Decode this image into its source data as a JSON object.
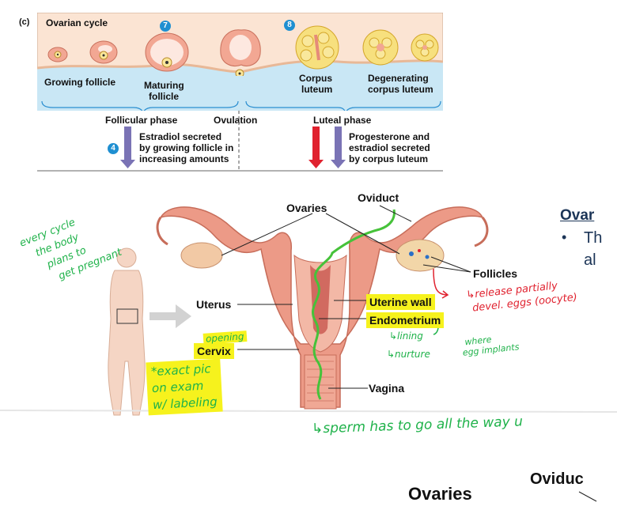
{
  "top_figure": {
    "panel_letter": "(c)",
    "title": "Ovarian cycle",
    "badge_7": "7",
    "badge_8": "8",
    "badge_4": "4",
    "labels": {
      "growing_follicle": "Growing follicle",
      "maturing_follicle_1": "Maturing",
      "maturing_follicle_2": "follicle",
      "corpus_luteum_1": "Corpus",
      "corpus_luteum_2": "luteum",
      "degenerating_1": "Degenerating",
      "degenerating_2": "corpus luteum"
    },
    "phases": {
      "follicular": "Follicular phase",
      "ovulation": "Ovulation",
      "luteal": "Luteal phase"
    },
    "estradiol_text": [
      "Estradiol secreted",
      "by growing follicle in",
      "increasing amounts"
    ],
    "progesterone_text": [
      "Progesterone and",
      "estradiol secreted",
      "by corpus luteum"
    ]
  },
  "anatomy": {
    "oviduct": "Oviduct",
    "ovaries": "Ovaries",
    "follicles": "Follicles",
    "uterus": "Uterus",
    "uterine_wall": "Uterine wall",
    "endometrium": "Endometrium",
    "cervix": "Cervix",
    "vagina": "Vagina"
  },
  "handwriting": {
    "every_cycle": [
      "every cycle",
      "the body",
      "plans to",
      "get pregnant"
    ],
    "opening": "opening",
    "exact_pic": [
      "*exact pic",
      "on exam",
      "w/ labeling"
    ],
    "lining": "↳lining",
    "nurture": "↳nurture",
    "where_implants": [
      "where",
      "egg implants"
    ],
    "release_eggs": [
      "↳release partially",
      "devel. eggs (oocyte)"
    ],
    "sperm_path": "↳sperm has to go all the way u"
  },
  "slide_partial": {
    "heading": "Ovar",
    "bullet_marker": "•",
    "bullet_text_1": "Th",
    "bullet_text_2": "al"
  },
  "bottom_partial": {
    "oviduct": "Oviduc",
    "ovaries": "Ovaries"
  },
  "colors": {
    "follicle_pink": "#f2a793",
    "liquid_blue": "#c9e7f5",
    "highlight": "#f6f21d",
    "handwriting_green": "#1fb24a",
    "handwriting_red": "#e0222f",
    "arrow_purple": "#7a73b5",
    "arrow_red": "#e0222f",
    "badge_blue": "#1f8fd1",
    "sperm_path_green": "#46c23a"
  }
}
